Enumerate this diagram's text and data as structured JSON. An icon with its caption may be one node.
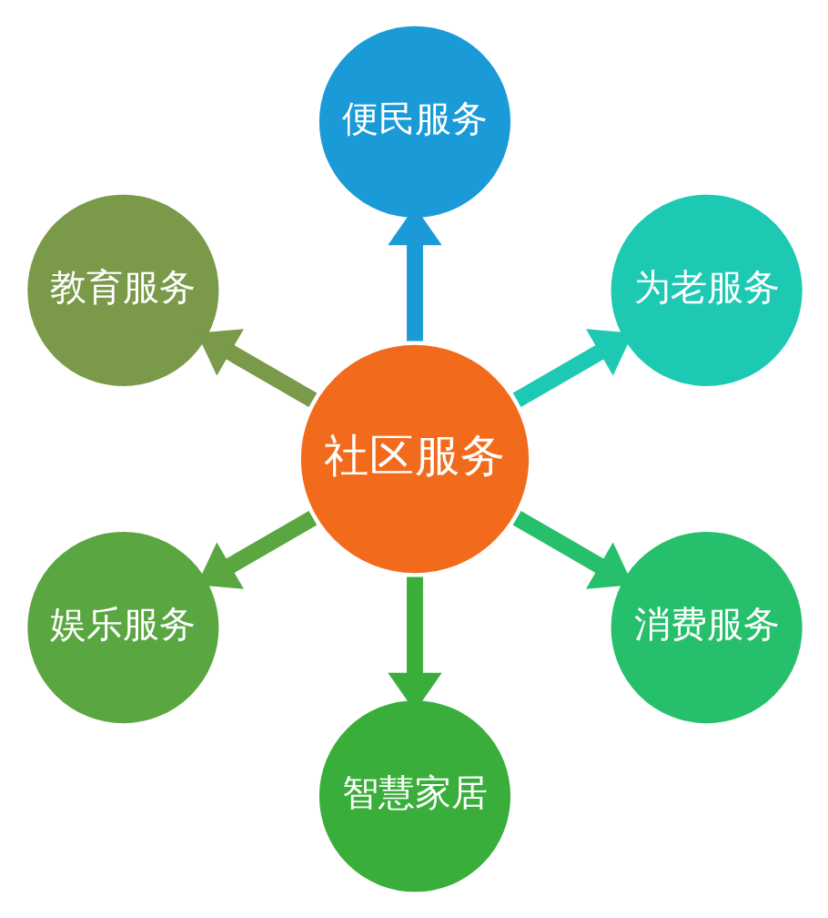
{
  "diagram": {
    "nodes": [
      {
        "text": [
          "社区服务"
        ]
      },
      {
        "text": [
          "便民服务"
        ]
      },
      {
        "text": [
          "为老服务"
        ]
      },
      {
        "text": [
          "消费服务"
        ]
      },
      {
        "text": [
          "智慧家居"
        ]
      },
      {
        "text": [
          "娱乐服务"
        ]
      },
      {
        "text": [
          "教育服务"
        ]
      }
    ],
    "edges": [
      {
        "from": 0,
        "to": 1,
        "arrow": "to",
        "color": "#1a9ad6"
      },
      {
        "from": 0,
        "to": 2,
        "arrow": "to",
        "color": "#1ec9b4"
      },
      {
        "from": 0,
        "to": 3,
        "arrow": "to",
        "color": "#26bf6b"
      },
      {
        "from": 0,
        "to": 4,
        "arrow": "to",
        "color": "#3aae3a"
      },
      {
        "from": 0,
        "to": 5,
        "arrow": "to",
        "color": "#5aa640"
      },
      {
        "from": 0,
        "to": 6,
        "arrow": "to",
        "color": "#7a9a4a"
      }
    ]
  }
}
